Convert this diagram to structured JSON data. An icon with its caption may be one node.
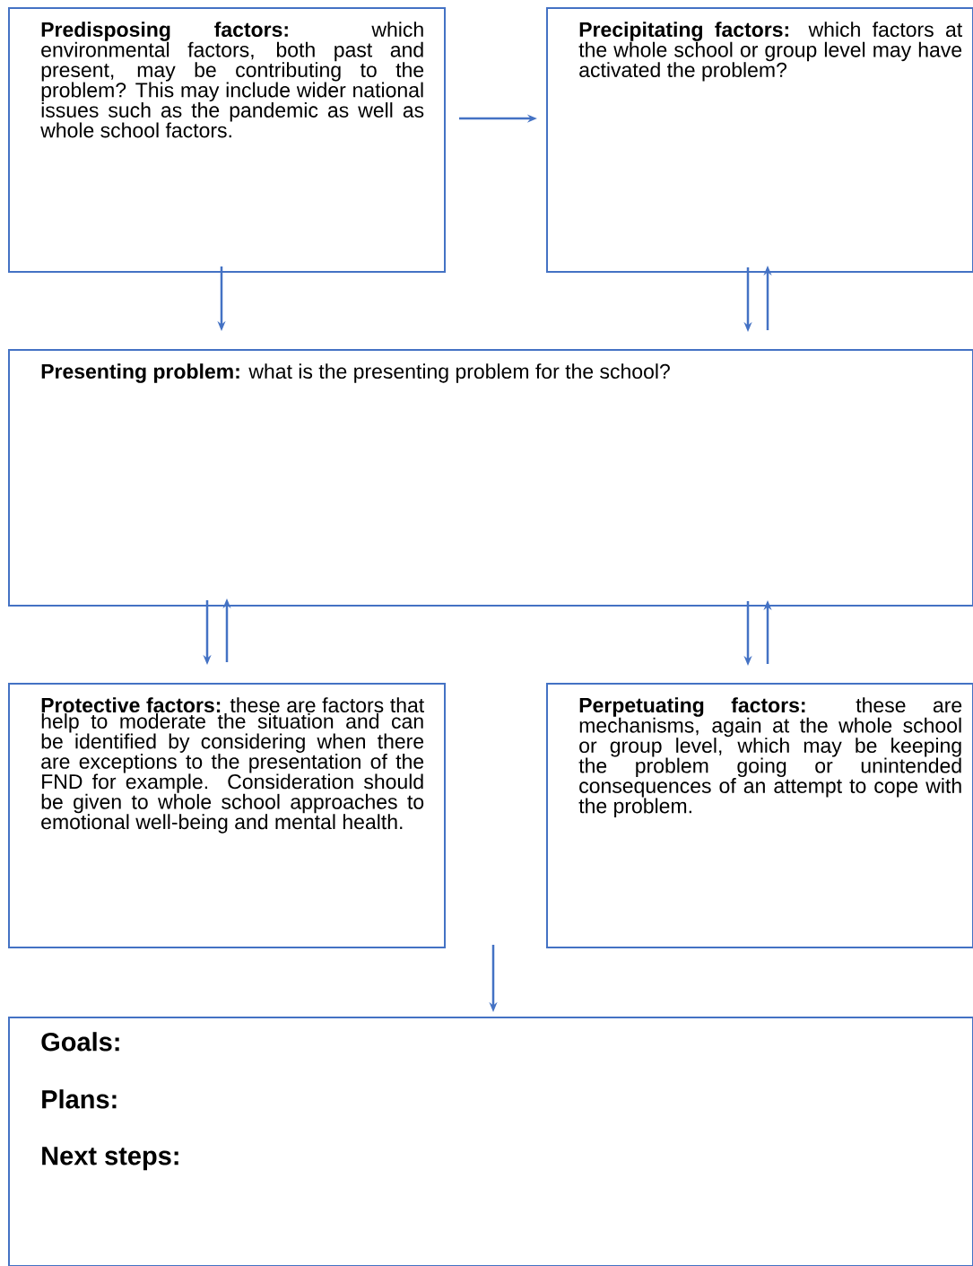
{
  "diagram": {
    "nodes": [
      {
        "text": [
          "**Predisposing factors:** which environmental factors, both past and present, may be contributing to the problem? This may include wider national issues such as the pandemic as well as whole school factors."
        ]
      },
      {
        "text": [
          "**Precipitating factors:** which factors at the whole school or group level may have activated the problem?"
        ]
      },
      {
        "text": [
          "**Presenting problem:** what is the presenting problem for the school?"
        ]
      },
      {
        "text": [
          "**Protective factors:** these are factors that help to moderate the situation and can be identified by considering when there are exceptions to the presentation of the FND for example. Consideration should be given to whole school approaches to emotional well-being and mental health."
        ]
      },
      {
        "text": [
          "**Perpetuating factors:** these are mechanisms, again at the whole school or group level, which may be keeping the problem going or unintended consequences of an attempt to cope with the problem."
        ]
      },
      {
        "text": [
          "Goals:",
          "Plans:",
          "Next steps:"
        ]
      }
    ],
    "edges": [
      {
        "from": 0,
        "to": 1,
        "arrow": "to"
      },
      {
        "from": 0,
        "to": 2,
        "arrow": "to"
      },
      {
        "from": 1,
        "to": 2,
        "arrow": "to"
      },
      {
        "from": 2,
        "to": 1,
        "arrow": "to"
      },
      {
        "from": 2,
        "to": 3,
        "arrow": "to"
      },
      {
        "from": 3,
        "to": 2,
        "arrow": "to"
      },
      {
        "from": 2,
        "to": 4,
        "arrow": "to"
      },
      {
        "from": 4,
        "to": 2,
        "arrow": "to"
      },
      {
        "from": null,
        "to": 5,
        "arrow": "to"
      }
    ]
  }
}
